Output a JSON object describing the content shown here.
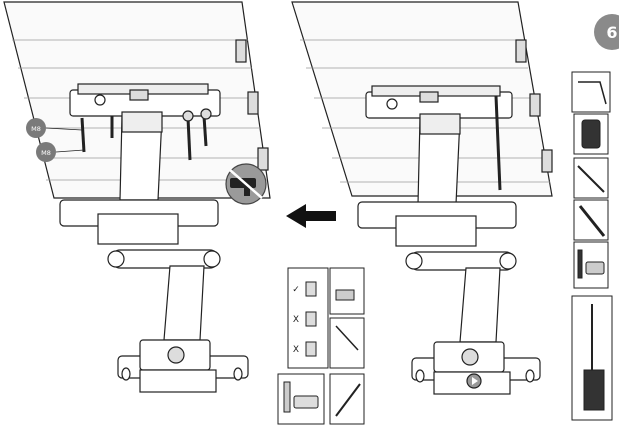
{
  "figure": {
    "step_circle_top_label": "6",
    "left_callout_top": "M8",
    "left_callout_bottom": "M8",
    "no_tool_icon": "no-power-drill-icon",
    "direction_arrow": "arrow-left-icon",
    "mark_check": "✓",
    "mark_x1": "X",
    "mark_x2": "X",
    "right_panel_icons": [
      "bracket-bolt-icon",
      "wall-plate-icon",
      "pencil-icon",
      "level-tool-icon",
      "drill-icon",
      "drill-bit-detail-icon"
    ]
  }
}
